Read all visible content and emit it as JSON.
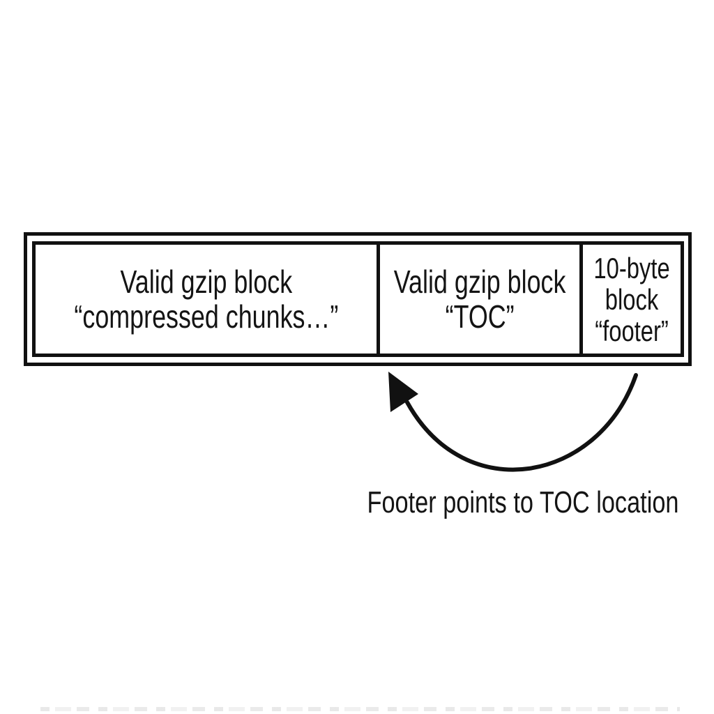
{
  "diagram": {
    "background_color": "#ffffff",
    "stroke_color": "#111111",
    "text_color": "#141414",
    "blocks": [
      {
        "id": "compressed-chunks",
        "line1": "Valid gzip block",
        "line2": "“compressed chunks…”"
      },
      {
        "id": "toc",
        "line1": "Valid gzip block",
        "line2": "“TOC”"
      },
      {
        "id": "footer",
        "line1": "10-byte",
        "line2": "block",
        "line3": "“footer”"
      }
    ],
    "caption": "Footer points to TOC location"
  }
}
